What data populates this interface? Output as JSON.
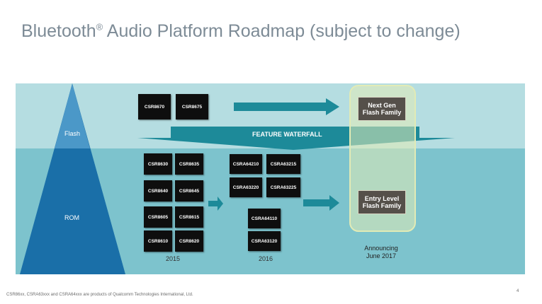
{
  "title": {
    "text": "Bluetooth",
    "reg": "®",
    "rest": " Audio Platform Roadmap (subject to change)"
  },
  "tiers": {
    "flash": "Flash",
    "rom": "ROM"
  },
  "flash_chips": [
    "CSR8670",
    "CSR8675"
  ],
  "rom_chips_2015": [
    "CSR8630",
    "CSR8635",
    "CSR8640",
    "CSR8645",
    "CSR8605",
    "CSR8615",
    "CSR8610",
    "CSR8620"
  ],
  "rom_chips_2016": [
    "CSRA64210",
    "CSRA63215",
    "CSRA63220",
    "CSRA63225",
    "CSRA64110",
    "CSRA63120"
  ],
  "waterfall": "FEATURE WATERFALL",
  "next_gen": {
    "line1": "Next Gen",
    "line2": "Flash Family"
  },
  "entry_level": {
    "line1": "Entry Level",
    "line2": "Flash Family"
  },
  "years": {
    "y2015": "2015",
    "y2016": "2016"
  },
  "announcing": {
    "line1": "Announcing",
    "line2": "June 2017"
  },
  "footnote": "CSR86xx, CSRA63xxx and CSRA64xxx are products of Qualcomm Technologies International, Ltd.",
  "page_number": "4",
  "colors": {
    "flash_band": "#b5dde1",
    "rom_band": "#7dc3cd",
    "pyramid": "#1a6fa8",
    "arrow": "#1d8a99",
    "highlight": "#e2ebb6"
  }
}
